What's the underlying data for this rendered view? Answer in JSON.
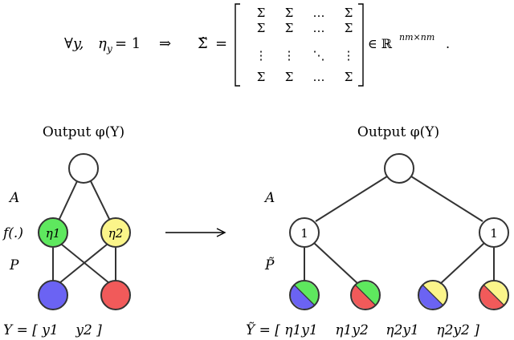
{
  "equation": {
    "forall": "∀y,",
    "eta_assign": "η",
    "eta_sub": "y",
    "equals_one": "= 1",
    "implies": "⇒",
    "sigma_tilde": "Σ̃",
    "equals": "=",
    "matrix_rows": [
      [
        "Σ",
        "Σ",
        "…",
        "Σ"
      ],
      [
        "Σ",
        "Σ",
        "…",
        "Σ"
      ],
      [
        "⋮",
        "⋮",
        "⋱",
        "⋮"
      ],
      [
        "Σ",
        "Σ",
        "…",
        "Σ"
      ]
    ],
    "membership": "∈ ℝ",
    "superscript": "nm×nm",
    "period": "."
  },
  "left_graph": {
    "title": "Output φ(Y)",
    "row_labels": {
      "a": "A",
      "f": "f(.)",
      "p": "P"
    },
    "hidden_nodes": [
      "η1",
      "η2"
    ],
    "bottom_label": "Y = [ y1    y2 ]"
  },
  "right_graph": {
    "title": "Output φ(Y)",
    "row_labels": {
      "a": "A",
      "p": "P̃"
    },
    "hidden_nodes": [
      "1",
      "1"
    ],
    "bottom_label": "Ỹ = [ η1y1    η1y2    η2y1    η2y2 ]"
  },
  "colors": {
    "green": "#5ee85e",
    "yellow": "#fbf58a",
    "blue": "#6b63f3",
    "red": "#f15a5a",
    "stroke": "#333333"
  }
}
